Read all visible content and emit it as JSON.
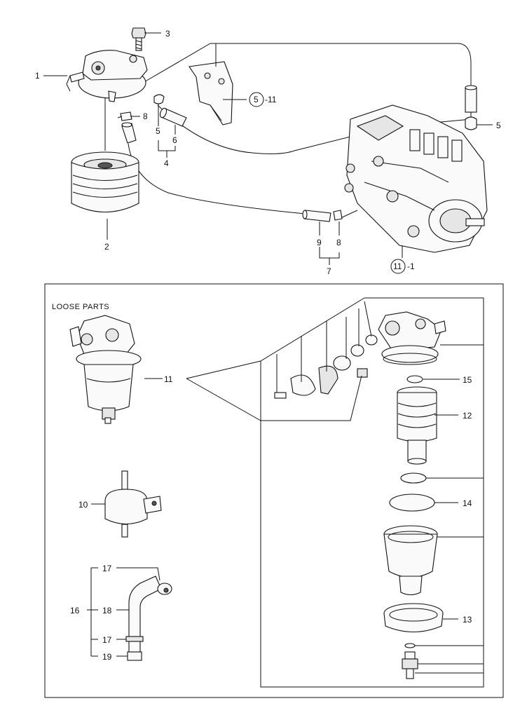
{
  "title": "LOOSE PARTS",
  "callouts": [
    {
      "id": "c1",
      "text": "1"
    },
    {
      "id": "c2",
      "text": "2"
    },
    {
      "id": "c3",
      "text": "3"
    },
    {
      "id": "c4",
      "text": "4"
    },
    {
      "id": "c5a",
      "text": "5"
    },
    {
      "id": "c5b",
      "text": "5"
    },
    {
      "id": "c5c",
      "text": "5"
    },
    {
      "id": "c511",
      "text": "-11"
    },
    {
      "id": "c6",
      "text": "6"
    },
    {
      "id": "c7",
      "text": "7"
    },
    {
      "id": "c8a",
      "text": "8"
    },
    {
      "id": "c8b",
      "text": "8"
    },
    {
      "id": "c9",
      "text": "9"
    },
    {
      "id": "c10",
      "text": "10"
    },
    {
      "id": "c11a",
      "text": "11"
    },
    {
      "id": "c111",
      "text": "-1"
    },
    {
      "id": "c11b",
      "text": "11"
    },
    {
      "id": "c12",
      "text": "12"
    },
    {
      "id": "c13",
      "text": "13"
    },
    {
      "id": "c14",
      "text": "14"
    },
    {
      "id": "c15",
      "text": "15"
    },
    {
      "id": "c16",
      "text": "16"
    },
    {
      "id": "c17a",
      "text": "17"
    },
    {
      "id": "c17b",
      "text": "17"
    },
    {
      "id": "c18",
      "text": "18"
    },
    {
      "id": "c19",
      "text": "19"
    }
  ]
}
